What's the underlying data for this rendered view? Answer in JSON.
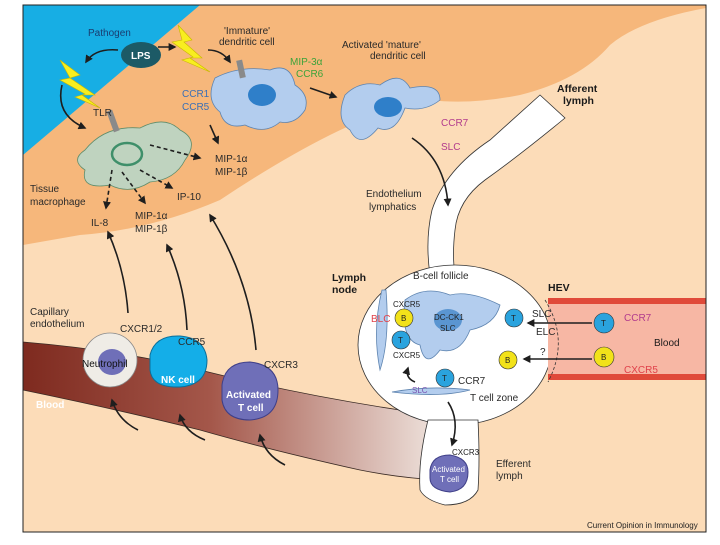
{
  "figure": {
    "source_credit": "Current Opinion in Immunology",
    "colors": {
      "pathogen_zone": "#17aee4",
      "tissue_dark": "#f6b77b",
      "tissue_light": "#fcdcb8",
      "blood_vessel_dark": "#8a2f22",
      "blood_vessel_light": "#e8d2c6",
      "lymph_white": "#ffffff",
      "hev_blood": "#f7b7a4",
      "hev_wall": "#e04a3a",
      "dendritic_cell": "#b3cdee",
      "dendritic_nucleus": "#2f7fc9",
      "macrophage": "#bfd3bf",
      "macrophage_nucleus": "#3f8f6a",
      "nk_cell": "#14aee8",
      "t_cell_activated": "#6f6fb8",
      "neutrophil": "#efece6",
      "b_cell": "#f2e21a",
      "t_cell_small": "#2aa3de",
      "lightning": "#f8ee1f",
      "green_text": "#3ca33a",
      "purple_text": "#b23b8c",
      "red_text": "#e0414a",
      "blue_text": "#3a6fb6"
    },
    "labels": {
      "pathogen": "Pathogen",
      "lps": "LPS",
      "immature_dc_line1": "'Immature'",
      "immature_dc_line2": "dendritic cell",
      "mip3a": "MIP-3α",
      "ccr6": "CCR6",
      "ccr1": "CCR1",
      "ccr5_dc": "CCR5",
      "mature_dc_line1": "Activated 'mature'",
      "mature_dc_line2": "dendritic cell",
      "ccr7_dc": "CCR7",
      "slc_dc": "SLC",
      "afferent_line1": "Afferent",
      "afferent_line2": "lymph",
      "tlr": "TLR",
      "mip1a_upper": "MIP-1α",
      "mip1b_upper": "MIP-1β",
      "tissue_line1": "Tissue",
      "tissue_line2": "macrophage",
      "ip10": "IP-10",
      "il8": "IL-8",
      "mip1a_lower": "MIP-1α",
      "mip1b_lower": "MIP-1β",
      "endothelium_line1": "Endothelium",
      "endothelium_line2": "lymphatics",
      "lymph_node_line1": "Lymph",
      "lymph_node_line2": "node",
      "b_cell_follicle": "B-cell follicle",
      "hev": "HEV",
      "capillary_line1": "Capillary",
      "capillary_line2": "endothelium",
      "cxcr12": "CXCR1/2",
      "ccr5_nk": "CCR5",
      "cxcr3": "CXCR3",
      "neutrophil": "Neutrophil",
      "nk_cell": "NK cell",
      "activated_t_line1": "Activated",
      "activated_t_line2": "T cell",
      "blood_left": "Blood",
      "blc": "BLC",
      "cxcr5_upper": "CXCR5",
      "cxcr5_lower": "CXCR5",
      "dc_ckq_line1": "DC-CK1",
      "dc_ckq_line2": "SLC",
      "slc_hev": "SLC",
      "elc": "ELC",
      "question": "?",
      "ccr7_lymph": "CCR7",
      "slc_stromal": "SLC",
      "t_cell_zone": "T cell zone",
      "ccr7_blood": "CCR7",
      "blood_right": "Blood",
      "cxcr5_blood": "CXCR5",
      "cxcr3_efferent": "CXCR3",
      "efferent_line1": "Efferent",
      "efferent_line2": "lymph",
      "efferent_t_line1": "Activated",
      "efferent_t_line2": "T cell",
      "t": "T",
      "b": "B"
    }
  }
}
